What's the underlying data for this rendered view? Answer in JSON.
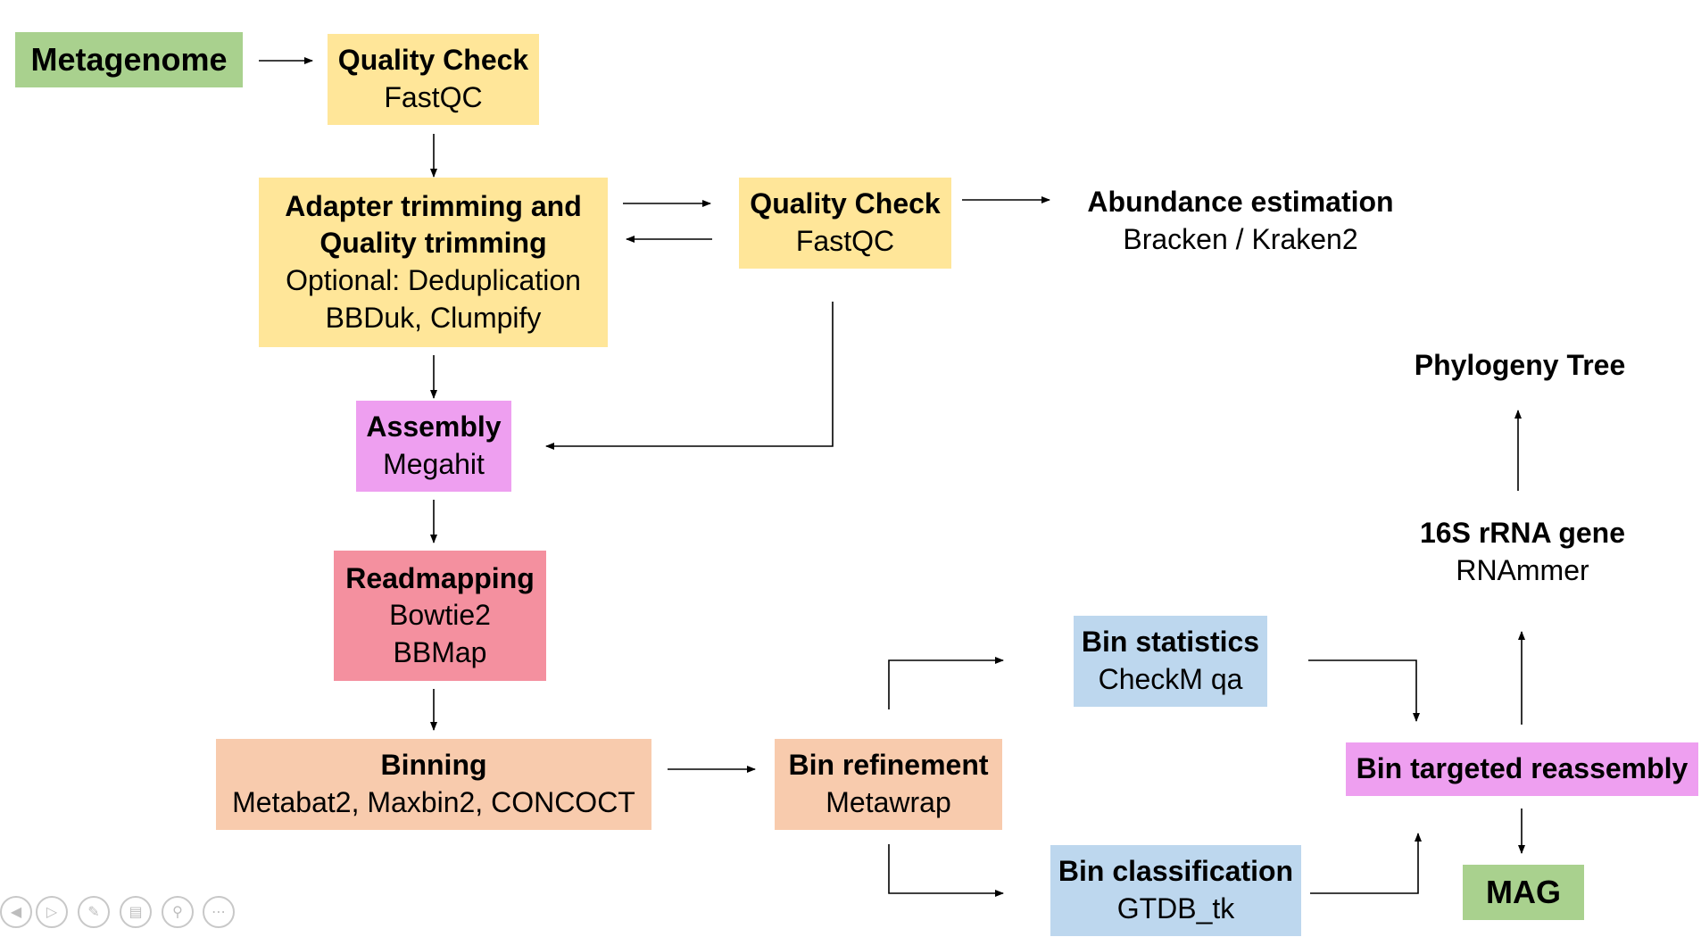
{
  "colors": {
    "green": "#a9d18e",
    "yellow": "#ffe699",
    "pink": "#f4909f",
    "violet": "#ee9ff0",
    "peach": "#f8cbad",
    "blue": "#bdd7ee"
  },
  "nodes": {
    "metagenome": {
      "title": "Metagenome"
    },
    "qc1": {
      "title": "Quality Check",
      "sub": "FastQC"
    },
    "trimming": {
      "title1": "Adapter trimming and",
      "title2": "Quality trimming",
      "sub1": "Optional: Deduplication",
      "sub2": "BBDuk, Clumpify"
    },
    "qc2": {
      "title": "Quality Check",
      "sub": "FastQC"
    },
    "abundance": {
      "title": "Abundance estimation",
      "sub": "Bracken / Kraken2"
    },
    "assembly": {
      "title": "Assembly",
      "sub": "Megahit"
    },
    "readmapping": {
      "title": "Readmapping",
      "sub1": "Bowtie2",
      "sub2": "BBMap"
    },
    "binning": {
      "title": "Binning",
      "sub": "Metabat2, Maxbin2, CONCOCT"
    },
    "refinement": {
      "title": "Bin refinement",
      "sub": "Metawrap"
    },
    "bin_stats": {
      "title": "Bin statistics",
      "sub": "CheckM qa"
    },
    "bin_class": {
      "title": "Bin classification",
      "sub": "GTDB_tk"
    },
    "reassembly": {
      "title": "Bin targeted reassembly"
    },
    "mag": {
      "title": "MAG"
    },
    "rrna": {
      "title": "16S rRNA gene",
      "sub": "RNAmmer"
    },
    "phylogeny": {
      "title": "Phylogeny Tree"
    }
  },
  "controls": [
    "back-icon",
    "play-icon",
    "pen-icon",
    "slides-icon",
    "zoom-icon",
    "more-icon"
  ]
}
